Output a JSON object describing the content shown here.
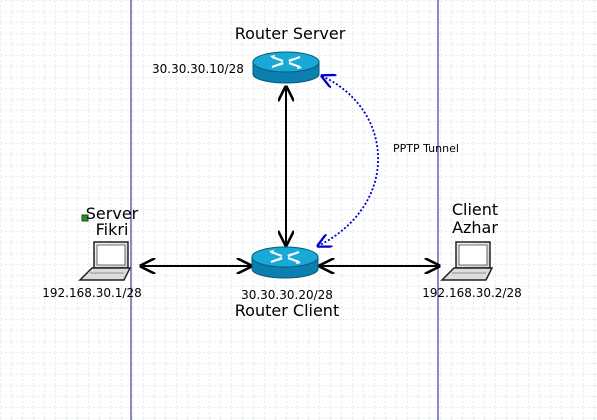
{
  "nodes": {
    "router_server": {
      "label": "Router Server",
      "ip": "30.30.30.10/28"
    },
    "router_client": {
      "label": "Router Client",
      "ip": "30.30.30.20/28"
    },
    "server": {
      "label_line1": "Server",
      "label_line2": "Fikri",
      "ip": "192.168.30.1/28"
    },
    "client": {
      "label_line1": "Client",
      "label_line2": "Azhar",
      "ip": "192.168.30.2/28"
    }
  },
  "tunnel": {
    "label": "PPTP Tunnel"
  },
  "colors": {
    "router_top": "#19a9d6",
    "router_side": "#0a7fb0",
    "link": "#000000",
    "tunnel": "#0000cc",
    "grid": "#c9d2d6",
    "column_line": "#1a1a80"
  },
  "icons": {
    "router": "router-icon",
    "laptop": "laptop-icon"
  }
}
